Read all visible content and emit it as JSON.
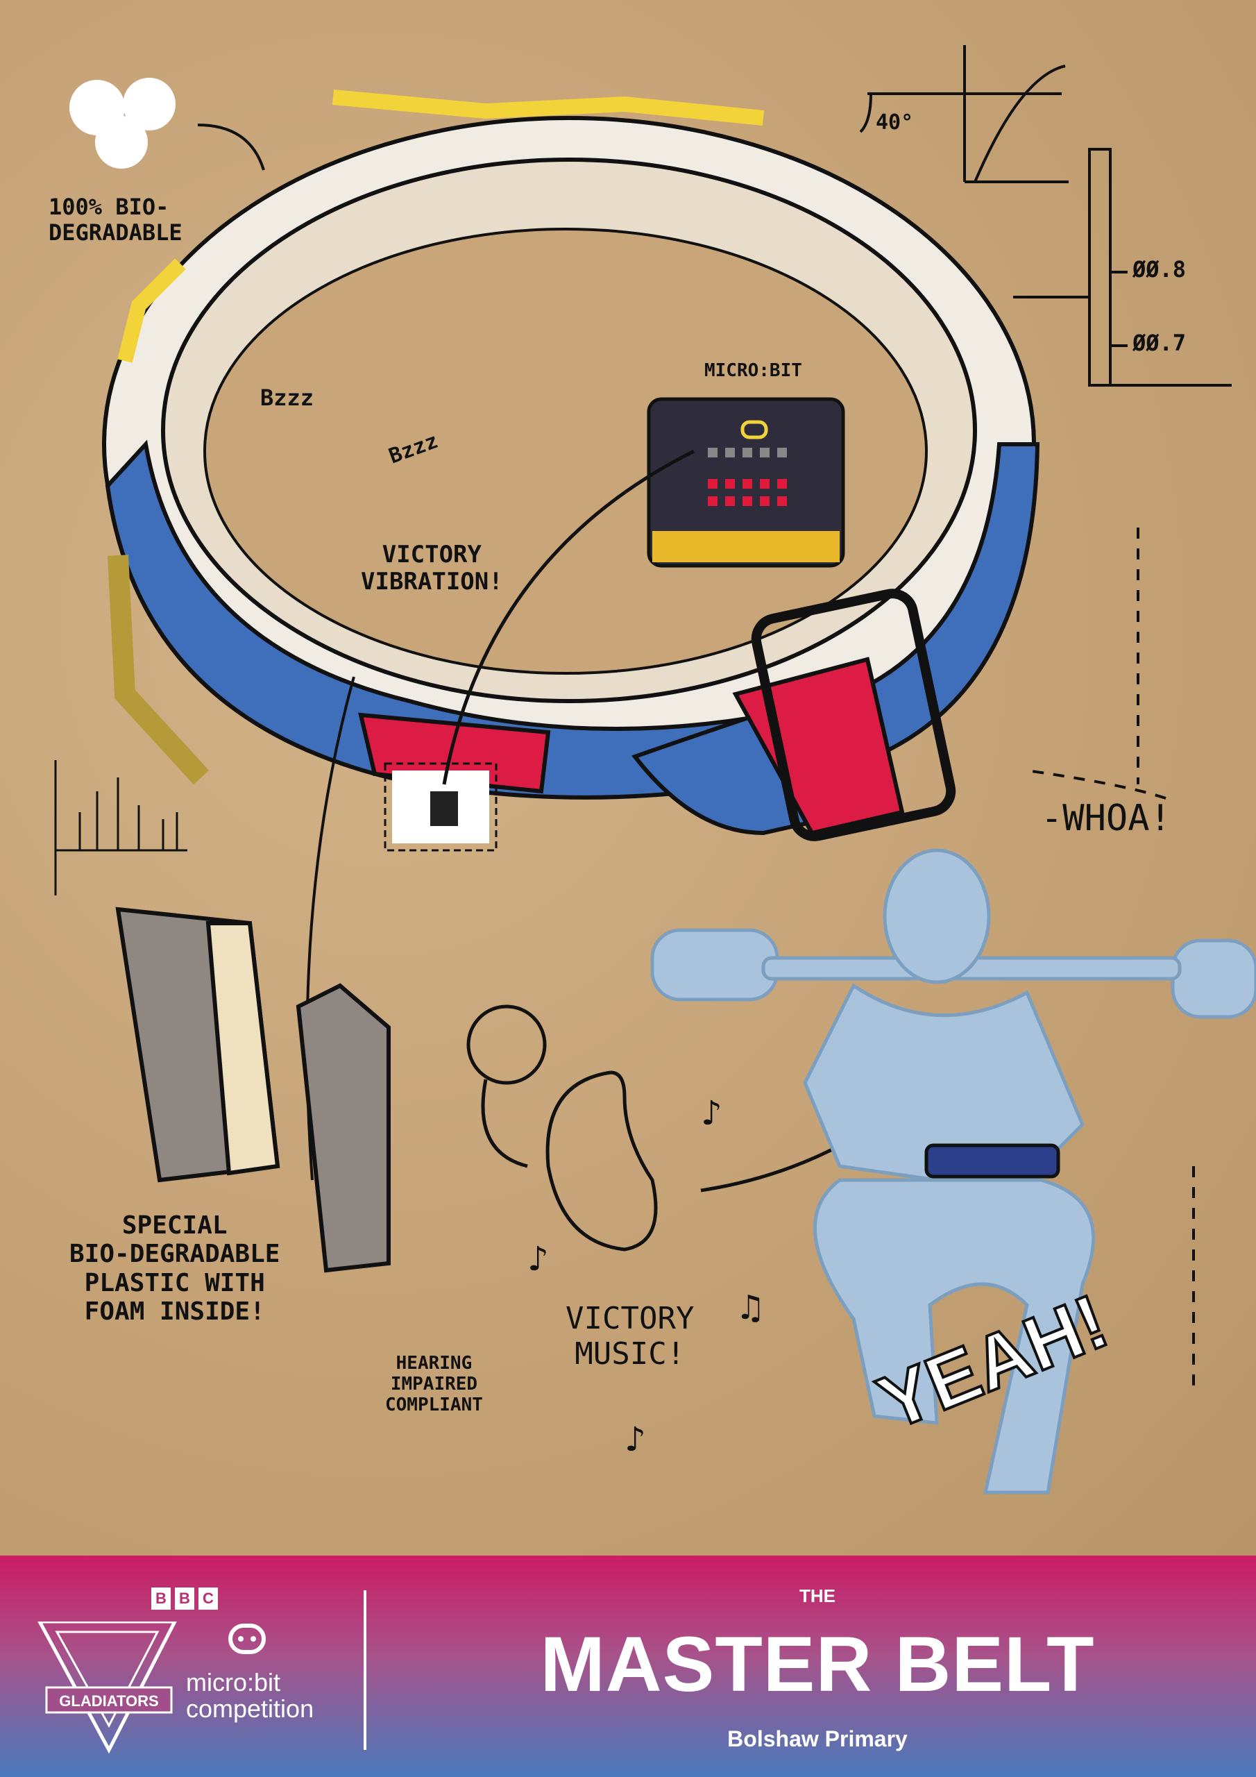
{
  "annotations": {
    "biodegradable": "100% BIO-\nDEGRADABLE",
    "angle": "40°",
    "gauge_high": "ØØ.8",
    "gauge_low": "ØØ.7",
    "microbit": "MICRO:BIT",
    "bzzz_1": "Bzzz",
    "bzzz_2": "Bzzz",
    "victory_vibration": "VICTORY\nVIBRATION!",
    "whoa": "-WHOA!",
    "special_plastic": "SPECIAL\nBIO-DEGRADABLE\nPLASTIC WITH\nFOAM INSIDE!",
    "hearing": "HEARING\nIMPAIRED\nCOMPLIANT",
    "victory_music": "VICTORY\nMUSIC!",
    "yeah": "YEAH!"
  },
  "footer": {
    "bbc_letters": [
      "B",
      "B",
      "C"
    ],
    "gladiators_logo": "GLADIATORS",
    "microbit_line1": "micro:bit",
    "microbit_line2": "competition",
    "title_small": "THE",
    "title": "MASTER BELT",
    "school": "Bolshaw Primary"
  },
  "colors": {
    "paper": "#c8a67a",
    "belt_blue": "#3f6fba",
    "belt_red": "#dc1c45",
    "belt_yellow": "#f2d43a",
    "belt_pink": "#e2557f",
    "footer_top": "#cb1c64",
    "footer_bottom": "#4a79bb",
    "figure": "#a9c3dc"
  }
}
